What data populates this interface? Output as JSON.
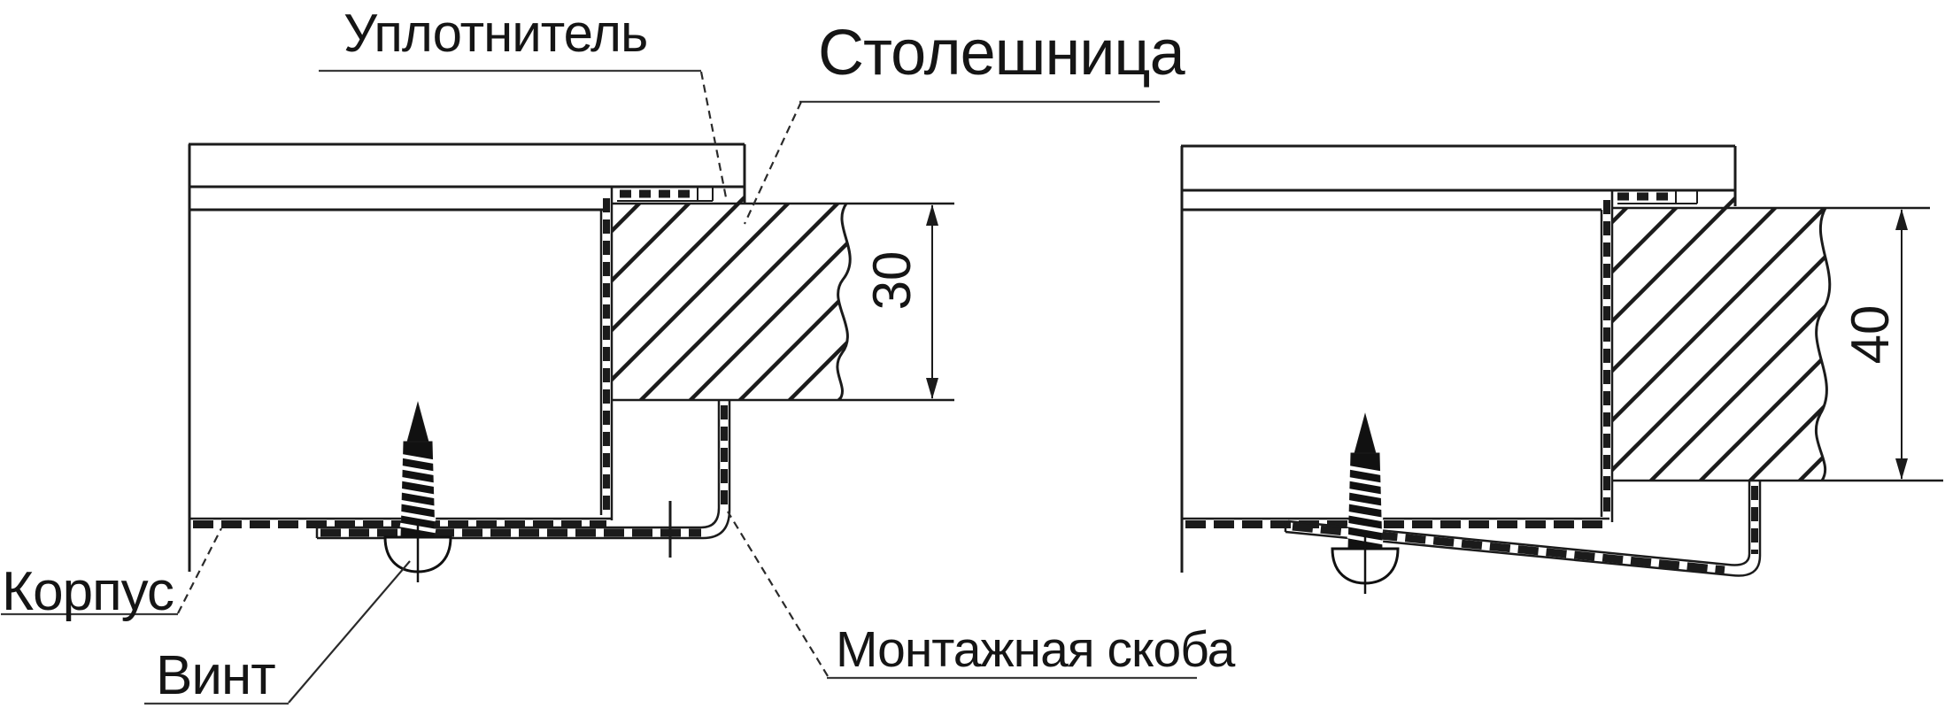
{
  "drawing": {
    "labels": {
      "seal": "Уплотнитель",
      "countertop": "Столешница",
      "body": "Корпус",
      "screw": "Винт",
      "bracket": "Монтажная скоба"
    },
    "dimensions": {
      "left_countertop_thickness": "30",
      "right_countertop_thickness": "40"
    },
    "colors": {
      "line": "#1b1b1b",
      "background": "#ffffff"
    }
  }
}
